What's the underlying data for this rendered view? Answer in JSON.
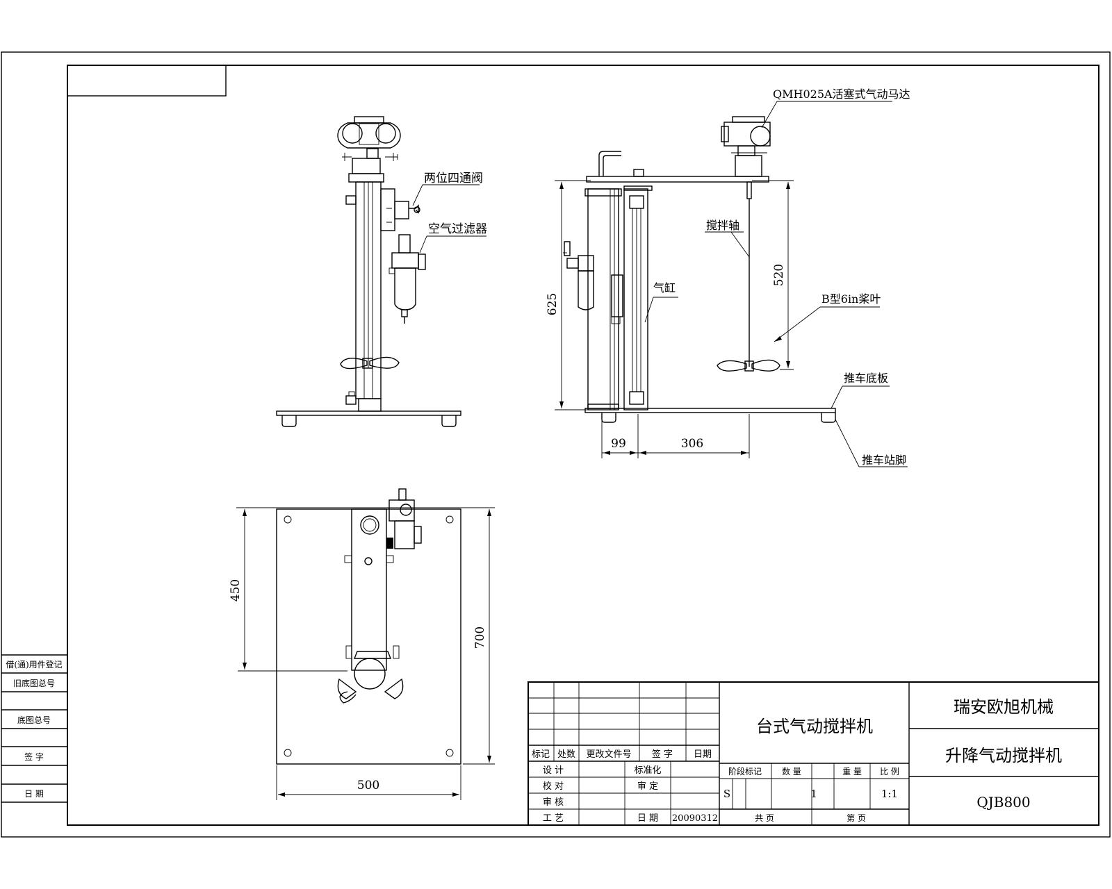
{
  "labels": {
    "motor": "QMH025A活塞式气动马达",
    "valve": "两位四通阀",
    "filter": "空气过滤器",
    "shaft": "搅拌轴",
    "cylinder": "气缸",
    "impeller": "B型6in桨叶",
    "base": "推车底板",
    "foot": "推车站脚"
  },
  "dimensions": {
    "h625": "625",
    "h520": "520",
    "w99": "99",
    "w306": "306",
    "h450": "450",
    "h700": "700",
    "w500": "500"
  },
  "left_strip": [
    "借(通)用件登记",
    "旧底图总号",
    "底图总号",
    "签 字",
    "日 期"
  ],
  "title_block": {
    "header_row": [
      "标记",
      "处数",
      "更改文件号",
      "签 字",
      "日期"
    ],
    "rows": [
      [
        "设 计",
        "",
        "标准化",
        ""
      ],
      [
        "校 对",
        "",
        "审 定",
        ""
      ],
      [
        "审 核",
        "",
        "",
        ""
      ],
      [
        "工 艺",
        "",
        "日 期",
        "20090312"
      ]
    ],
    "product_name": "台式气动搅拌机",
    "stage_header": [
      "阶段标记",
      "数 量",
      "重 量",
      "比 例"
    ],
    "stage_values": [
      "S",
      "1",
      "",
      "1:1"
    ],
    "sheet_row": [
      "共 页",
      "第 页"
    ],
    "company": "瑞安欧旭机械",
    "drawing_name": "升降气动搅拌机",
    "drawing_number": "QJB800"
  }
}
